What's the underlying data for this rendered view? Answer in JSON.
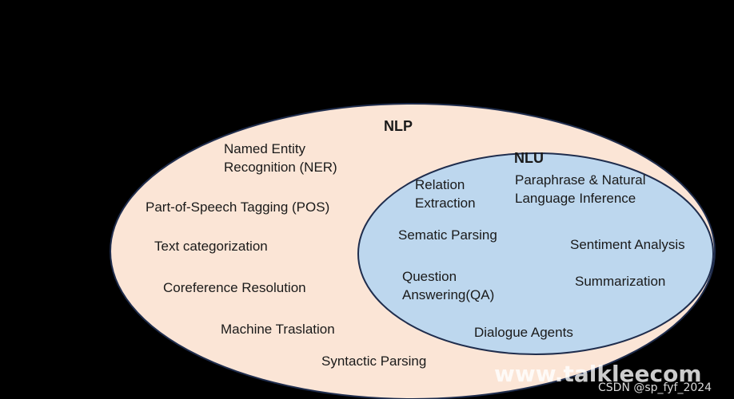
{
  "colors": {
    "background": "#000000",
    "nlp_fill": "#fbe5d6",
    "nlu_fill": "#bdd7ee",
    "outline": "#1f2d4d"
  },
  "nlp": {
    "title": "NLP",
    "items": [
      "Named Entity",
      "Recognition (NER)",
      "Part-of-Speech  Tagging (POS)",
      "Text categorization",
      "Coreference Resolution",
      "Machine Traslation",
      "Syntactic Parsing"
    ]
  },
  "nlu": {
    "title": "NLU",
    "items": [
      "Relation",
      "Extraction",
      "Paraphrase & Natural",
      "Language Inference",
      "Sematic Parsing",
      "Sentiment Analysis",
      "Question",
      "Answering(QA)",
      "Summarization",
      "Dialogue Agents"
    ]
  },
  "watermark": {
    "site": "www.talkleecom",
    "author": "CSDN @sp_fyf_2024"
  }
}
